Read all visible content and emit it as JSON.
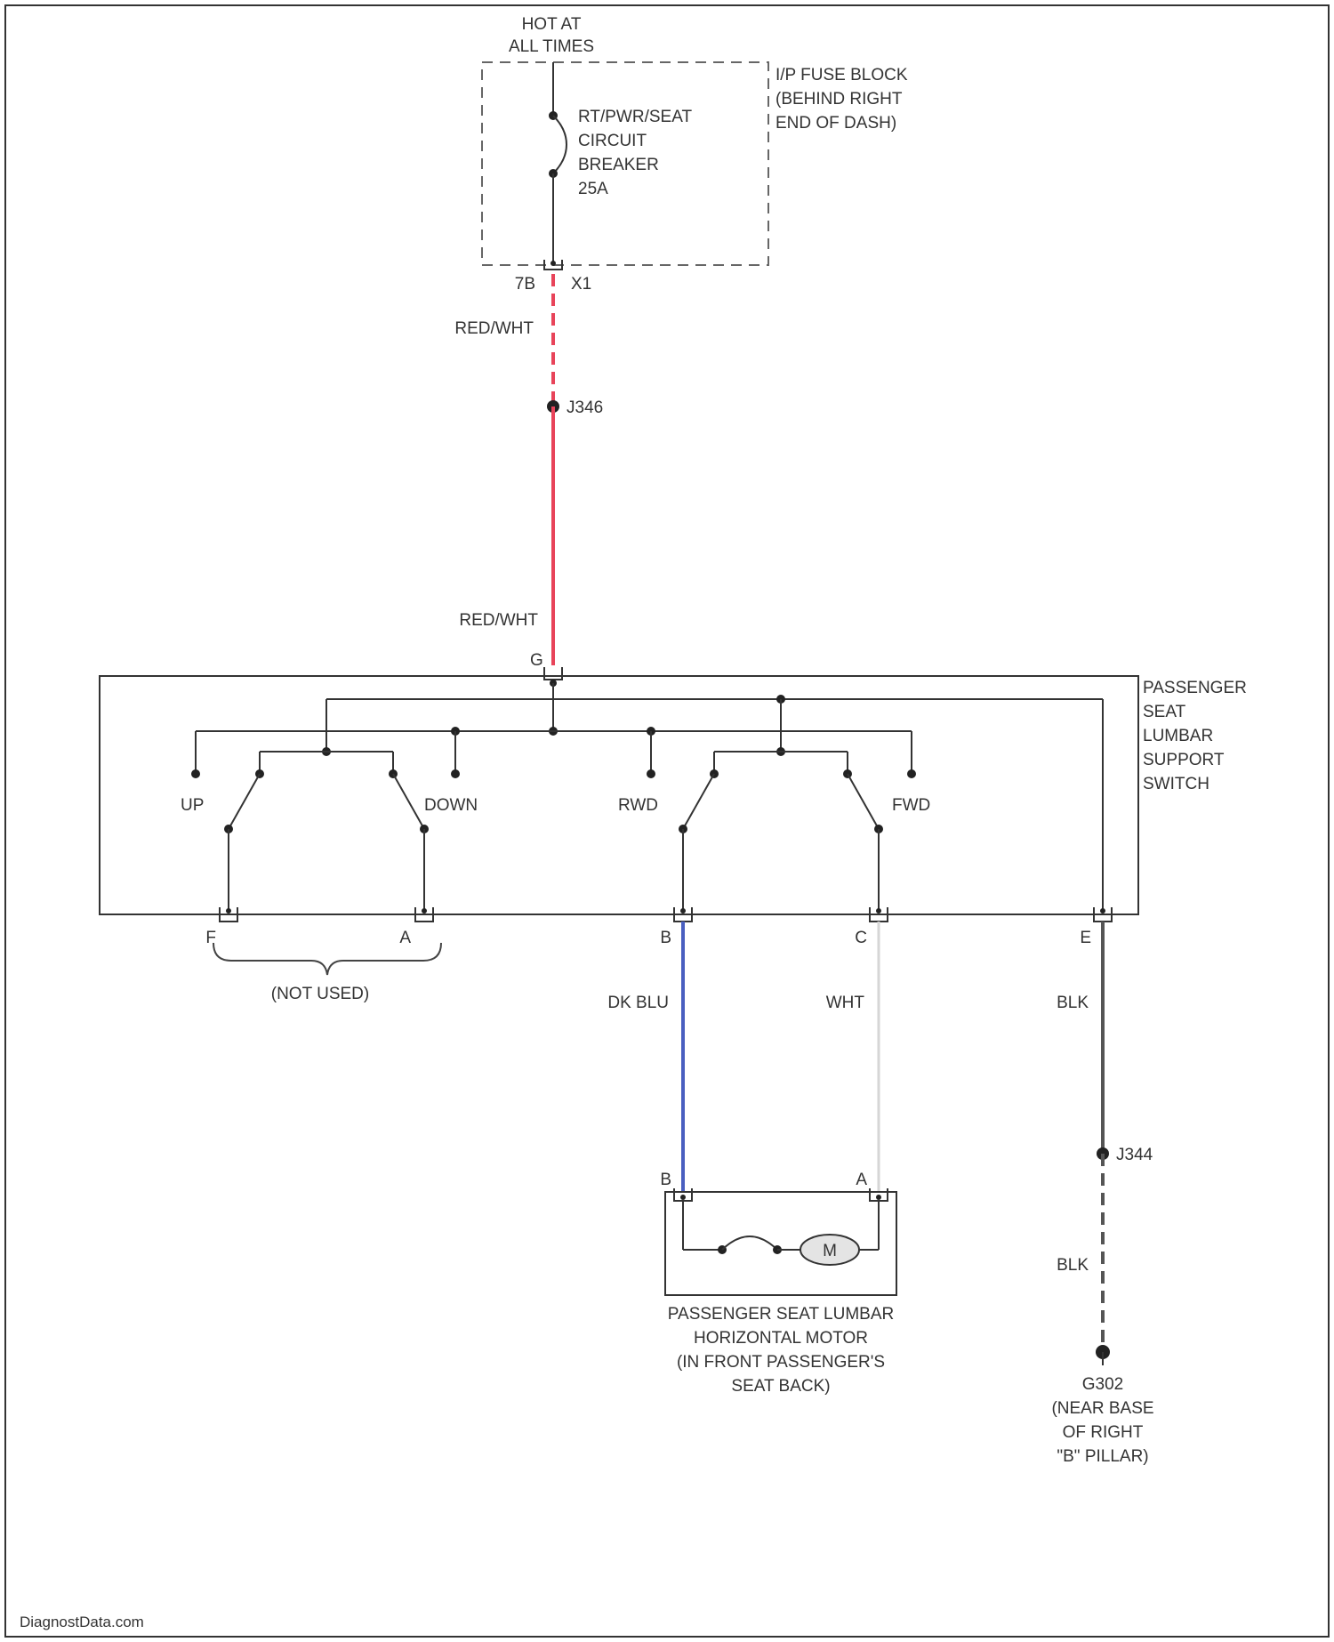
{
  "colors": {
    "red_wht": "#e8445a",
    "dk_blu": "#4a5fc0",
    "wht": "#d6d6d6",
    "blk": "#555555",
    "line": "#333333"
  },
  "power": {
    "hot": [
      "HOT AT",
      "ALL TIMES"
    ]
  },
  "fuse_block": {
    "name": [
      "I/P FUSE BLOCK",
      "(BEHIND RIGHT",
      "END OF DASH)"
    ],
    "breaker": [
      "RT/PWR/SEAT",
      "CIRCUIT",
      "BREAKER",
      "25A"
    ],
    "pin_left": "7B",
    "pin_right": "X1"
  },
  "wires": {
    "red_wht_top": "RED/WHT",
    "red_wht_bottom": "RED/WHT",
    "splice_top": "J346",
    "dk_blu": "DK BLU",
    "wht": "WHT",
    "blk_upper": "BLK",
    "blk_lower": "BLK",
    "splice_bottom": "J344"
  },
  "switch": {
    "name": [
      "PASSENGER",
      "SEAT",
      "LUMBAR",
      "SUPPORT",
      "SWITCH"
    ],
    "input_pin": "G",
    "labels": {
      "up": "UP",
      "down": "DOWN",
      "rwd": "RWD",
      "fwd": "FWD"
    },
    "pins": {
      "f": "F",
      "a": "A",
      "b": "B",
      "c": "C",
      "e": "E"
    },
    "not_used": "(NOT USED)"
  },
  "motor": {
    "symbol": "M",
    "pin_b": "B",
    "pin_a": "A",
    "name": [
      "PASSENGER SEAT LUMBAR",
      "HORIZONTAL MOTOR",
      "(IN FRONT PASSENGER'S",
      "SEAT BACK)"
    ]
  },
  "ground": {
    "name": [
      "G302",
      "(NEAR BASE",
      "OF RIGHT",
      "\"B\" PILLAR)"
    ]
  },
  "watermark": "DiagnostData.com"
}
